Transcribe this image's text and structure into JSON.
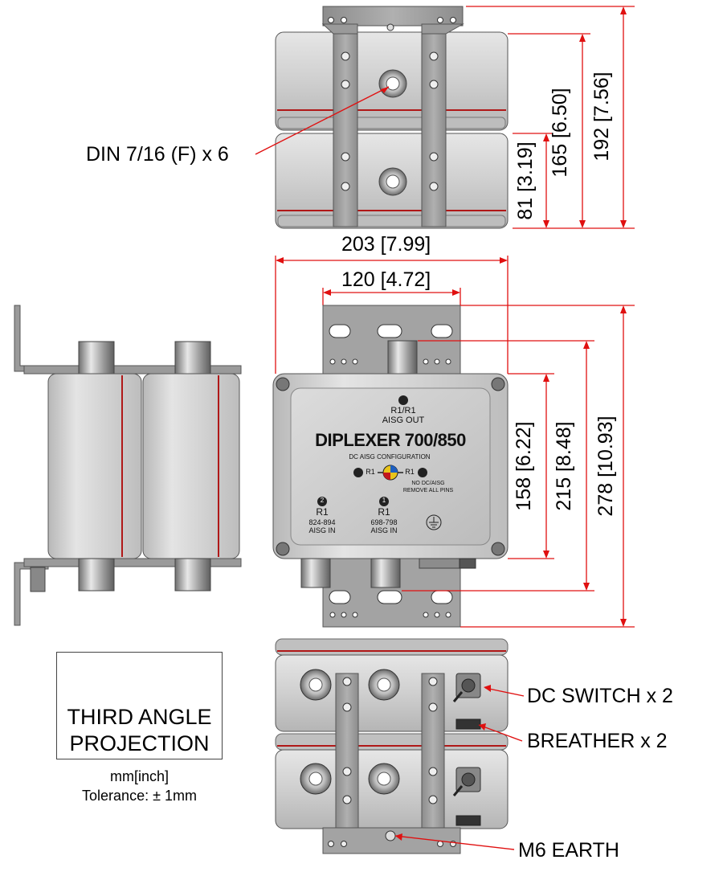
{
  "callouts": {
    "din_connector": "DIN 7/16 (F) x 6",
    "dc_switch": "DC SWITCH x 2",
    "breather": "BREATHER x 2",
    "earth": "M6 EARTH"
  },
  "dimensions": {
    "height_81": "81 [3.19]",
    "height_165": "165 [6.50]",
    "height_192": "192 [7.56]",
    "width_203": "203 [7.99]",
    "width_120": "120 [4.72]",
    "height_158": "158 [6.22]",
    "height_215": "215 [8.48]",
    "height_278": "278 [10.93]"
  },
  "front_panel": {
    "out_port_label": "R1/R1",
    "out_port_caption": "AISG OUT",
    "product_title": "DIPLEXER 700/850",
    "config_title": "DC AISG CONFIGURATION",
    "switch_left": "R1",
    "switch_right": "R1",
    "switch_note_1": "NO DC/AISG",
    "switch_note_2": "REMOVE ALL PINS",
    "port2_number": "2",
    "port2_label": "R1",
    "port2_freq": "824-894",
    "port2_caption": "AISG IN",
    "port1_number": "1",
    "port1_label": "R1",
    "port1_freq": "698-798",
    "port1_caption": "AISG IN"
  },
  "projection": {
    "line1": "THIRD ANGLE",
    "line2": "PROJECTION",
    "units": "mm[inch]",
    "tolerance": "Tolerance: ± 1mm"
  },
  "colors": {
    "body": "#c9c9c9",
    "bracket": "#9a9a9a",
    "red_stripe": "#b01818",
    "dim_line": "#e01010"
  }
}
